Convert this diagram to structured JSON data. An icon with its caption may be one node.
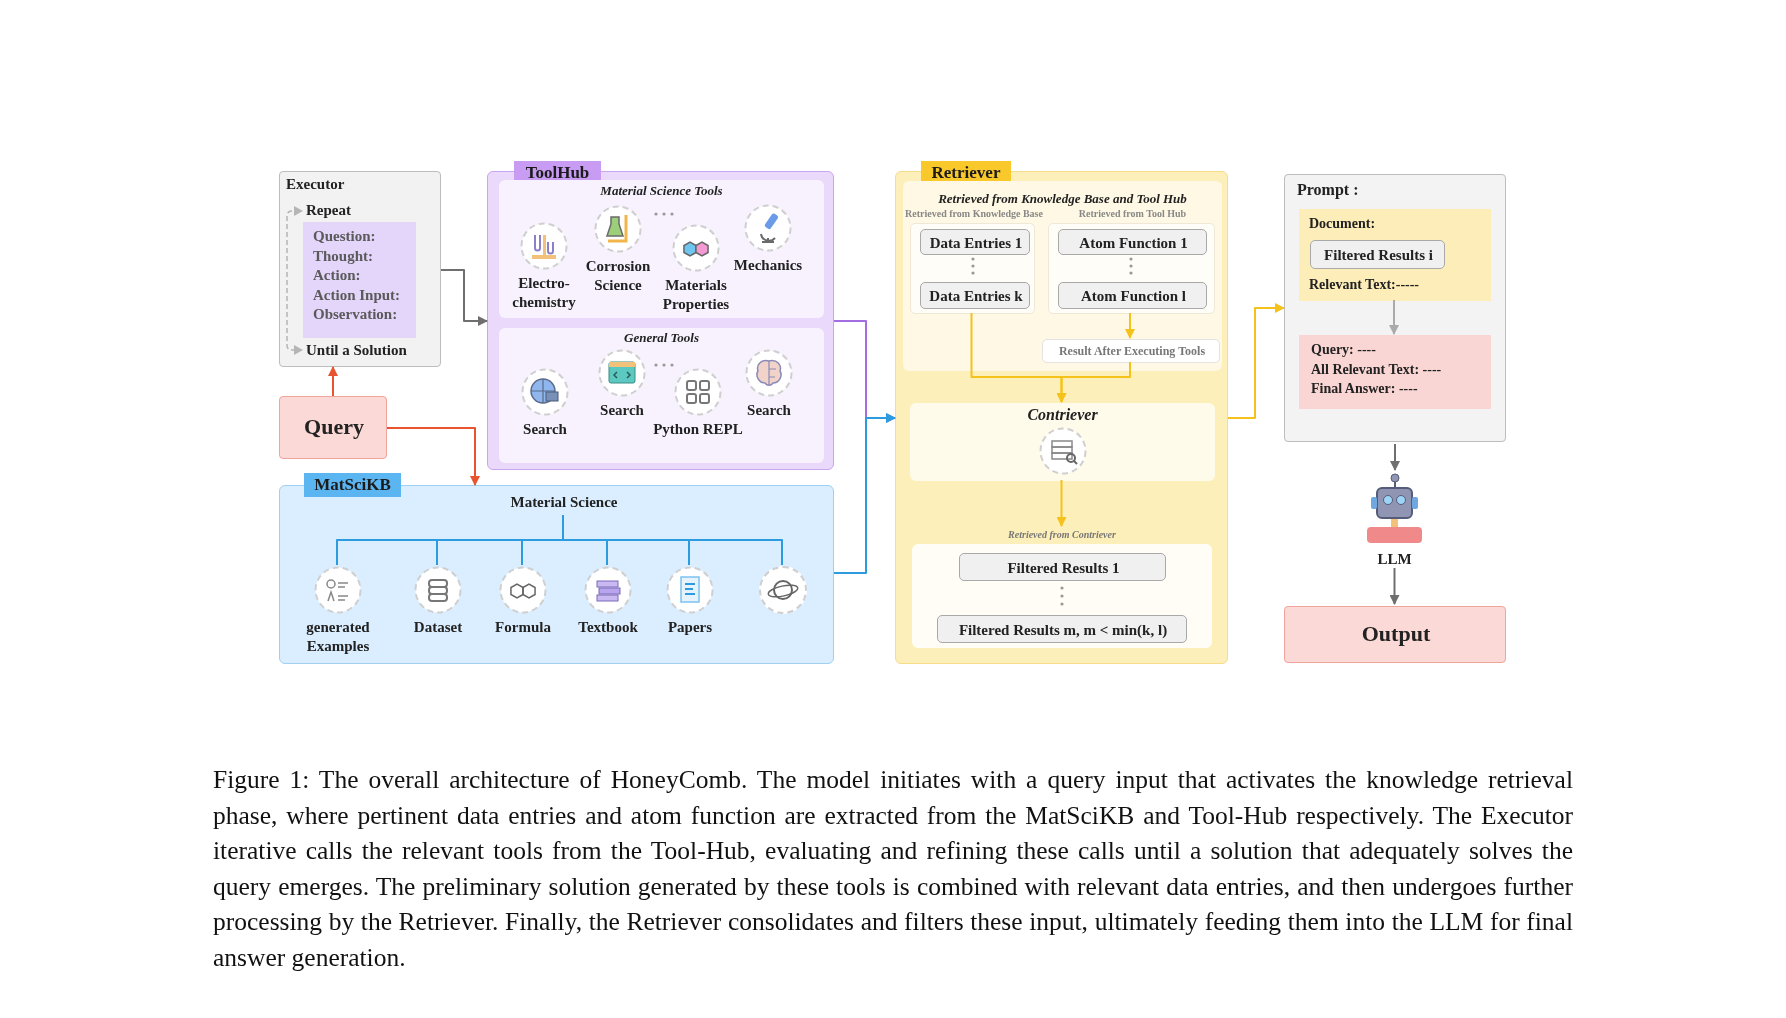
{
  "diagram": {
    "caption": "Figure 1: The overall architecture of HoneyComb. The model initiates with a query input that activates the knowledge retrieval phase, where pertinent data entries and atom function are extracted from the MatSciKB and Tool-Hub respectively. The Executor iterative calls the relevant tools from the Tool-Hub, evaluating and refining these calls until a solution that adequately solves the query emerges. The preliminary solution generated by these tools is combined with relevant data entries, and then undergoes further processing by the Retriever. Finally, the Retriever consolidates and filters these input, ultimately feeding them into the LLM for final answer generation.",
    "nodes": [
      {
        "text": [
          "Executor",
          "Repeat",
          "Until a Solution"
        ]
      },
      {
        "text": [
          "Question:",
          "Thought:",
          "Action:",
          "Action Input:",
          "Observation:"
        ],
        "in": 0
      },
      {
        "text": [
          "ToolHub"
        ]
      },
      {
        "text": [
          "Material Science Tools"
        ],
        "in": 2
      },
      {
        "text": [
          "Electro- chemistry"
        ],
        "in": 3
      },
      {
        "text": [
          "Corrosion Science"
        ],
        "in": 3
      },
      {
        "text": [
          "Materials Properties"
        ],
        "in": 3
      },
      {
        "text": [
          "Mechanics"
        ],
        "in": 3
      },
      {
        "text": [
          "General Tools"
        ],
        "in": 2
      },
      {
        "text": [
          "Search"
        ],
        "in": 8
      },
      {
        "text": [
          "Search"
        ],
        "in": 8
      },
      {
        "text": [
          "Python REPL"
        ],
        "in": 8
      },
      {
        "text": [
          "Search"
        ],
        "in": 8
      },
      {
        "text": [
          "Query"
        ]
      },
      {
        "text": [
          "MatSciKB"
        ]
      },
      {
        "text": [
          "Material Science"
        ],
        "in": 14
      },
      {
        "text": [
          "generated Examples"
        ],
        "in": 14
      },
      {
        "text": [
          "Dataset"
        ],
        "in": 14
      },
      {
        "text": [
          "Formula"
        ],
        "in": 14
      },
      {
        "text": [
          "Textbook"
        ],
        "in": 14
      },
      {
        "text": [
          "Papers"
        ],
        "in": 14
      },
      {
        "text": [],
        "shape": "circle",
        "in": 14
      },
      {
        "text": [
          "Retriever"
        ]
      },
      {
        "text": [
          "Retrieved from Knowledge Base and Tool Hub"
        ],
        "in": 22
      },
      {
        "text": [
          "Retrieved from Knowledge Base"
        ],
        "in": 23
      },
      {
        "text": [
          "Data Entries 1"
        ],
        "in": 24
      },
      {
        "text": [
          "Data Entries k"
        ],
        "in": 24
      },
      {
        "text": [
          "Retrieved from Tool Hub"
        ],
        "in": 23
      },
      {
        "text": [
          "Atom Function 1"
        ],
        "in": 27
      },
      {
        "text": [
          "Atom Function l"
        ],
        "in": 27
      },
      {
        "text": [
          "Result After Executing Tools"
        ],
        "in": 23
      },
      {
        "text": [
          "Contriever"
        ],
        "in": 22
      },
      {
        "text": [
          "Retrieved from Contriever"
        ],
        "in": 22
      },
      {
        "text": [
          "Filtered Results 1"
        ],
        "in": 32
      },
      {
        "text": [
          "Filtered Results m, m < min(k, l)"
        ],
        "in": 32
      },
      {
        "text": [
          "Prompt :"
        ]
      },
      {
        "text": [
          "Document:",
          "Relevant Text:-----"
        ],
        "in": 35
      },
      {
        "text": [
          "Filtered Results i"
        ],
        "in": 36
      },
      {
        "text": [
          "Query: ----",
          "All Relevant Text: ----",
          "Final Answer: ----"
        ],
        "in": 35
      },
      {
        "text": [
          "LLM"
        ]
      },
      {
        "text": [
          "Output"
        ]
      }
    ],
    "edges": [
      {
        "from": 13,
        "to": 0,
        "arrow": "to",
        "color": "#e8542f"
      },
      {
        "from": 13,
        "to": 14,
        "arrow": "to",
        "color": "#e8542f"
      },
      {
        "from": 0,
        "to": 2,
        "arrow": "to",
        "color": "#6f6f6f"
      },
      {
        "from": 2,
        "to": 22,
        "arrow": "to",
        "color": "#a46ee0"
      },
      {
        "from": 14,
        "to": 22,
        "arrow": "to"
      },
      {
        "from": 15,
        "to": 16,
        "arrow": "none"
      },
      {
        "from": 15,
        "to": 17,
        "arrow": "none"
      },
      {
        "from": 15,
        "to": 18,
        "arrow": "none"
      },
      {
        "from": 15,
        "to": 19,
        "arrow": "none"
      },
      {
        "from": 15,
        "to": 20,
        "arrow": "none"
      },
      {
        "from": 15,
        "to": 21,
        "arrow": "none"
      },
      {
        "from": 24,
        "to": 31,
        "arrow": "to",
        "color": "#f5c21b"
      },
      {
        "from": 27,
        "to": 30,
        "arrow": "to",
        "color": "#f5c21b"
      },
      {
        "from": 30,
        "to": 31,
        "arrow": "to",
        "color": "#f5c21b"
      },
      {
        "from": 31,
        "to": 32,
        "arrow": "to",
        "color": "#f5c21b"
      },
      {
        "from": 22,
        "to": 35,
        "arrow": "to",
        "color": "#f5c21b"
      },
      {
        "from": 36,
        "to": 38,
        "arrow": "to",
        "color": "#aaaaaa"
      },
      {
        "from": 35,
        "to": 39,
        "arrow": "to",
        "color": "#6f6f6f"
      },
      {
        "from": 39,
        "to": 40,
        "arrow": "to",
        "color": "#6f6f6f"
      }
    ]
  }
}
